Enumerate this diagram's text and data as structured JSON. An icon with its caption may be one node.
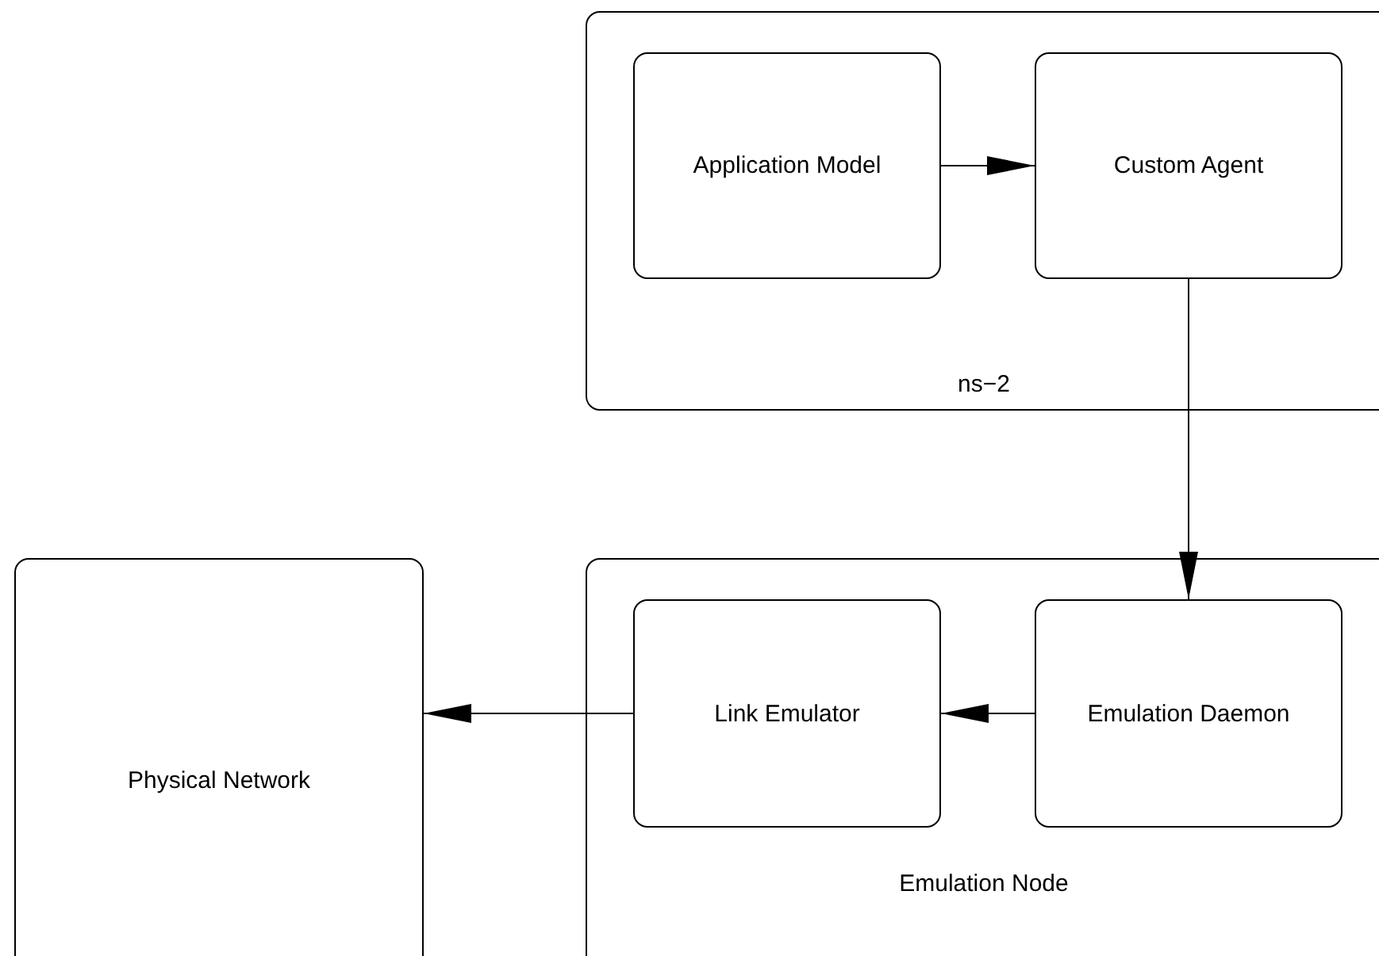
{
  "diagram": {
    "nodes": [
      {
        "text": [
          "ns−2"
        ]
      },
      {
        "text": [
          "Application Model"
        ],
        "in": 0
      },
      {
        "text": [
          "Custom Agent"
        ],
        "in": 0
      },
      {
        "text": [
          "Physical Network"
        ]
      },
      {
        "text": [
          "Emulation Node"
        ]
      },
      {
        "text": [
          "Link Emulator"
        ],
        "in": 4
      },
      {
        "text": [
          "Emulation Daemon"
        ],
        "in": 4
      }
    ],
    "edges": [
      {
        "from": 1,
        "to": 2,
        "arrow": "to"
      },
      {
        "from": 2,
        "to": 6,
        "arrow": "to"
      },
      {
        "from": 6,
        "to": 5,
        "arrow": "to"
      },
      {
        "from": 5,
        "to": 3,
        "arrow": "to"
      }
    ]
  }
}
